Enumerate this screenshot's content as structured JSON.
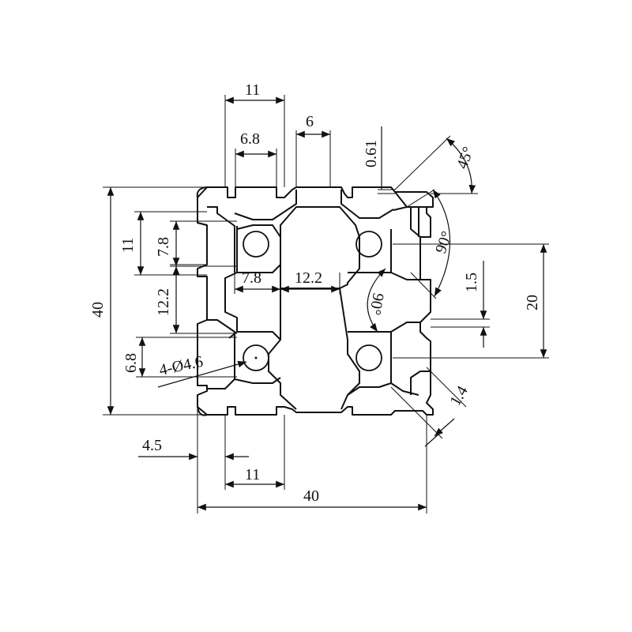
{
  "drawing": {
    "subject": "40x40 aluminum extrusion profile cross-section",
    "stroke_color": "#111111",
    "background": "#ffffff"
  },
  "dimensions": {
    "top_slot_outer": "11",
    "top_slot_inner": "6.8",
    "top_gap": "6",
    "wall_thickness": "0.61",
    "angle_chamfer": "45°",
    "angle_corner": "90°",
    "angle_corner_lower": "90°",
    "left_slot_outer": "11",
    "left_slot_inner": "7.8",
    "center_width_left": "7.8",
    "center_width": "12.2",
    "left_center_height": "12.2",
    "overall_height": "40",
    "lip_depth": "1.5",
    "hole_spacing": "20",
    "left_lower_slot": "6.8",
    "hole_callout": "4-Ø4.6",
    "corner_wall": "1.4",
    "bottom_offset": "4.5",
    "bottom_slot": "11",
    "overall_width": "40"
  }
}
